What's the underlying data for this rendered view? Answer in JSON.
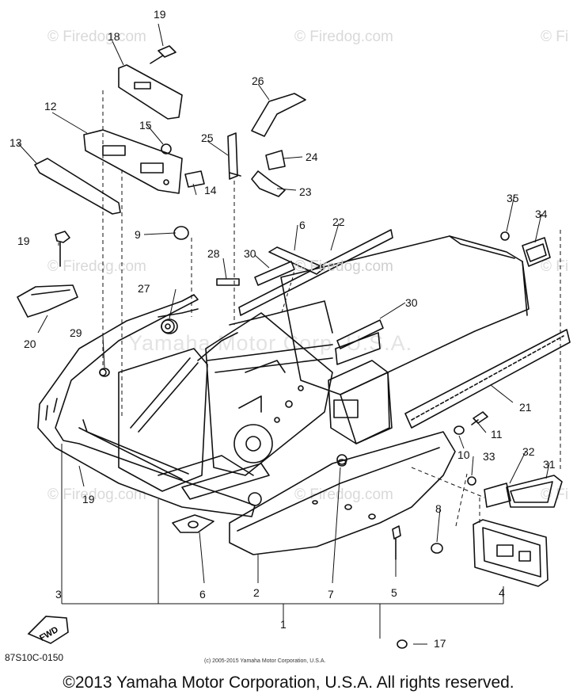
{
  "watermarks": {
    "small": "© Firedog.com",
    "small_right": "© Fi",
    "center": "© Firedog.com",
    "big": "Yamaha Motor Corp. U.S.A."
  },
  "callouts": {
    "p1": "1",
    "p2": "2",
    "p3": "3",
    "p4": "4",
    "p5": "5",
    "p6": "6",
    "p6b": "6",
    "p7": "7",
    "p8": "8",
    "p9": "9",
    "p10": "10",
    "p11": "11",
    "p12": "12",
    "p13": "13",
    "p14": "14",
    "p15": "15",
    "p17": "17",
    "p18": "18",
    "p19a": "19",
    "p19b": "19",
    "p19c": "19",
    "p20": "20",
    "p21": "21",
    "p22": "22",
    "p23": "23",
    "p24": "24",
    "p25": "25",
    "p26": "26",
    "p27": "27",
    "p28": "28",
    "p29": "29",
    "p30a": "30",
    "p30b": "30",
    "p31": "31",
    "p32": "32",
    "p33": "33",
    "p34": "34",
    "p35": "35"
  },
  "fwd_label": "FWD",
  "diagram_code": "87S10C-0150",
  "small_copyright": "(c) 2005-2015 Yamaha Motor Corporation, U.S.A.",
  "footer": "©2013 Yamaha Motor Corporation, U.S.A. All rights reserved."
}
